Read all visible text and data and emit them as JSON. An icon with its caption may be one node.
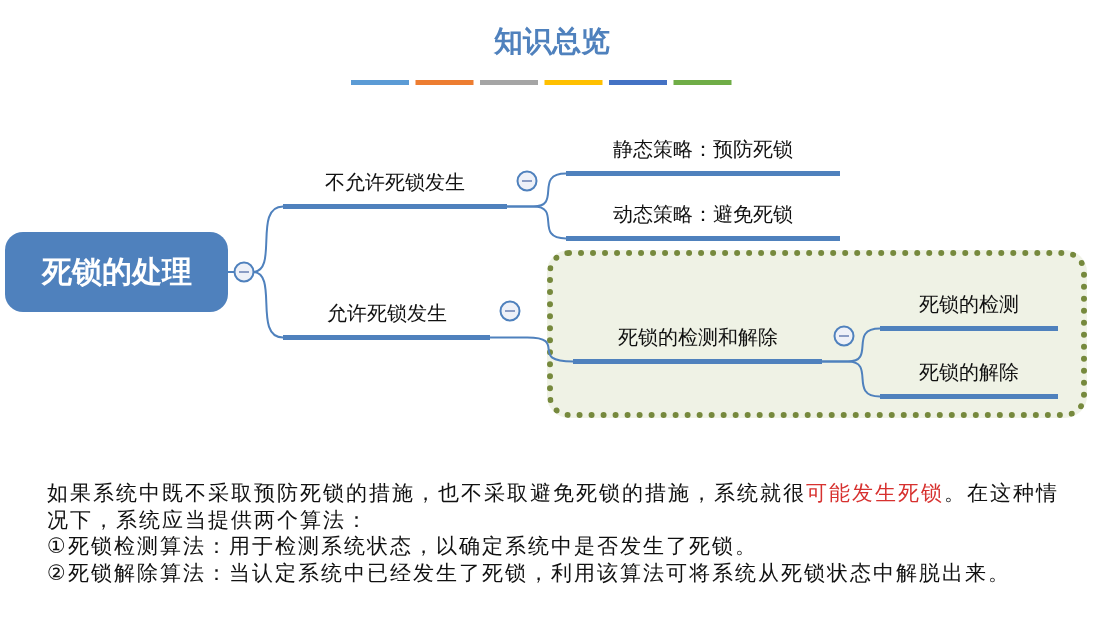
{
  "diagram": {
    "title": "知识总览",
    "nodes": [
      {
        "text": [
          "死锁的处理"
        ]
      },
      {
        "text": [
          "不允许死锁发生"
        ]
      },
      {
        "text": [
          "静态策略：预防死锁"
        ]
      },
      {
        "text": [
          "动态策略：避免死锁"
        ]
      },
      {
        "text": [
          "允许死锁发生"
        ]
      },
      {
        "text": [],
        "shape": "box"
      },
      {
        "text": [
          "死锁的检测和解除"
        ],
        "in": 5
      },
      {
        "text": [
          "死锁的检测"
        ],
        "in": 5
      },
      {
        "text": [
          "死锁的解除"
        ],
        "in": 5
      }
    ],
    "edges": [
      {
        "from": 0,
        "to": 1,
        "arrow": "none"
      },
      {
        "from": 0,
        "to": 4,
        "arrow": "none"
      },
      {
        "from": 1,
        "to": 2,
        "arrow": "none"
      },
      {
        "from": 1,
        "to": 3,
        "arrow": "none"
      },
      {
        "from": 4,
        "to": 6,
        "arrow": "none"
      },
      {
        "from": 6,
        "to": 7,
        "arrow": "none"
      },
      {
        "from": 6,
        "to": 8,
        "arrow": "none"
      }
    ],
    "labels": [
      "如果系统中既不采取预防死锁的措施，也不采取避免死锁的措施，系统就很",
      "可能发生死锁",
      "。在这种情况下，系统应当提供两个算法：",
      "①死锁检测算法：用于检测系统状态，以确定系统中是否发生了死锁。",
      "②死锁解除算法：当认定系统中已经发生了死锁，利用该算法可将系统从死锁状态中解脱出来。"
    ]
  }
}
